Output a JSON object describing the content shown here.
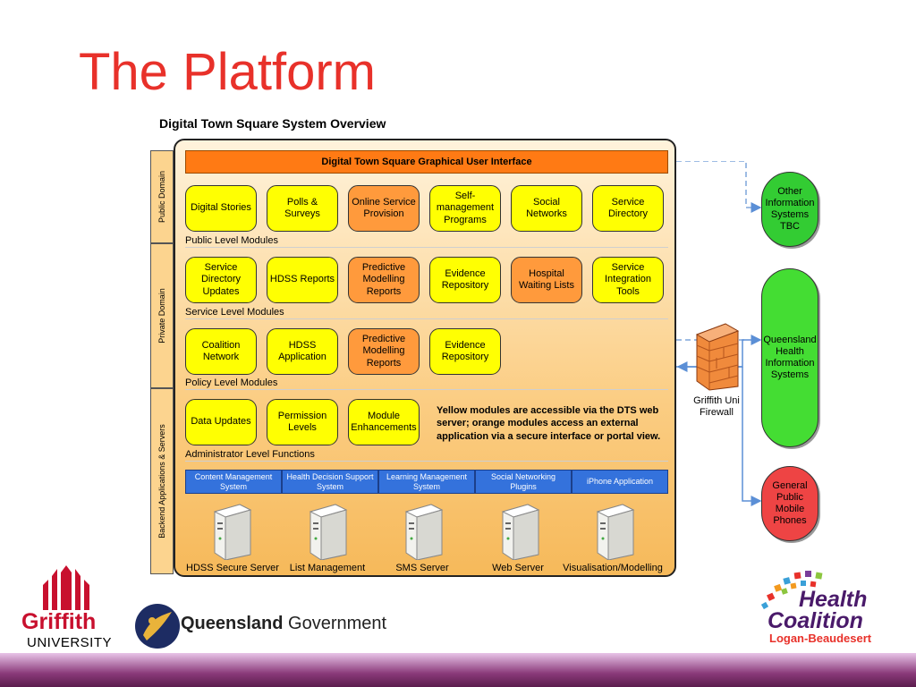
{
  "title": "The Platform",
  "subtitle": "Digital Town Square System Overview",
  "domains": {
    "public": "Public Domain",
    "private": "Private Domain",
    "backend": "Backend Applications & Servers"
  },
  "gui_bar": "Digital Town Square Graphical User Interface",
  "public_modules": [
    {
      "label": "Digital Stories",
      "type": "yellow"
    },
    {
      "label": "Polls & Surveys",
      "type": "yellow"
    },
    {
      "label": "Online Service Provision",
      "type": "orange"
    },
    {
      "label": "Self-management Programs",
      "type": "yellow"
    },
    {
      "label": "Social Networks",
      "type": "yellow"
    },
    {
      "label": "Service Directory",
      "type": "yellow"
    }
  ],
  "public_label": "Public Level Modules",
  "service_modules": [
    {
      "label": "Service Directory Updates",
      "type": "yellow"
    },
    {
      "label": "HDSS Reports",
      "type": "yellow"
    },
    {
      "label": "Predictive Modelling Reports",
      "type": "orange"
    },
    {
      "label": "Evidence Repository",
      "type": "yellow"
    },
    {
      "label": "Hospital Waiting Lists",
      "type": "orange"
    },
    {
      "label": "Service Integration Tools",
      "type": "yellow"
    }
  ],
  "service_label": "Service Level Modules",
  "policy_modules": [
    {
      "label": "Coalition Network",
      "type": "yellow"
    },
    {
      "label": "HDSS Application",
      "type": "yellow"
    },
    {
      "label": "Predictive Modelling Reports",
      "type": "orange"
    },
    {
      "label": "Evidence Repository",
      "type": "yellow"
    }
  ],
  "policy_label": "Policy Level Modules",
  "admin_modules": [
    {
      "label": "Data Updates",
      "type": "yellow"
    },
    {
      "label": "Permission Levels",
      "type": "yellow"
    },
    {
      "label": "Module Enhancements",
      "type": "yellow"
    }
  ],
  "admin_label": "Administrator Level Functions",
  "note": "Yellow modules are accessible via the DTS web server; orange modules access an external application via a secure interface or portal view.",
  "backend_apps": [
    "Content Management System",
    "Health Decision Support System",
    "Learning Management System",
    "Social Networking Plugins",
    "iPhone Application"
  ],
  "servers": [
    "HDSS Secure Server",
    "List Management",
    "SMS Server",
    "Web Server",
    "Visualisation/Modelling"
  ],
  "firewall_label": "Griffith Uni Firewall",
  "external_systems": [
    {
      "label": "Other Information Systems TBC",
      "color": "#33cc33"
    },
    {
      "label": "Queensland Health Information Systems",
      "color": "#44dd33"
    },
    {
      "label": "General Public Mobile Phones",
      "color": "#ee4444"
    }
  ],
  "logos": {
    "griffith_name": "Griffith",
    "griffith_sub": "UNIVERSITY",
    "qld_bold": "Queensland",
    "qld_rest": "Government",
    "hc_line1": "Health",
    "hc_line2": "Coalition",
    "hc_line3": "Logan-Beaudesert"
  },
  "colors": {
    "title": "#e8312a",
    "yellow_module": "#ffff02",
    "orange_module": "#ff9a3c",
    "gui_bar": "#ff7a14",
    "backend_app": "#3472dc"
  }
}
